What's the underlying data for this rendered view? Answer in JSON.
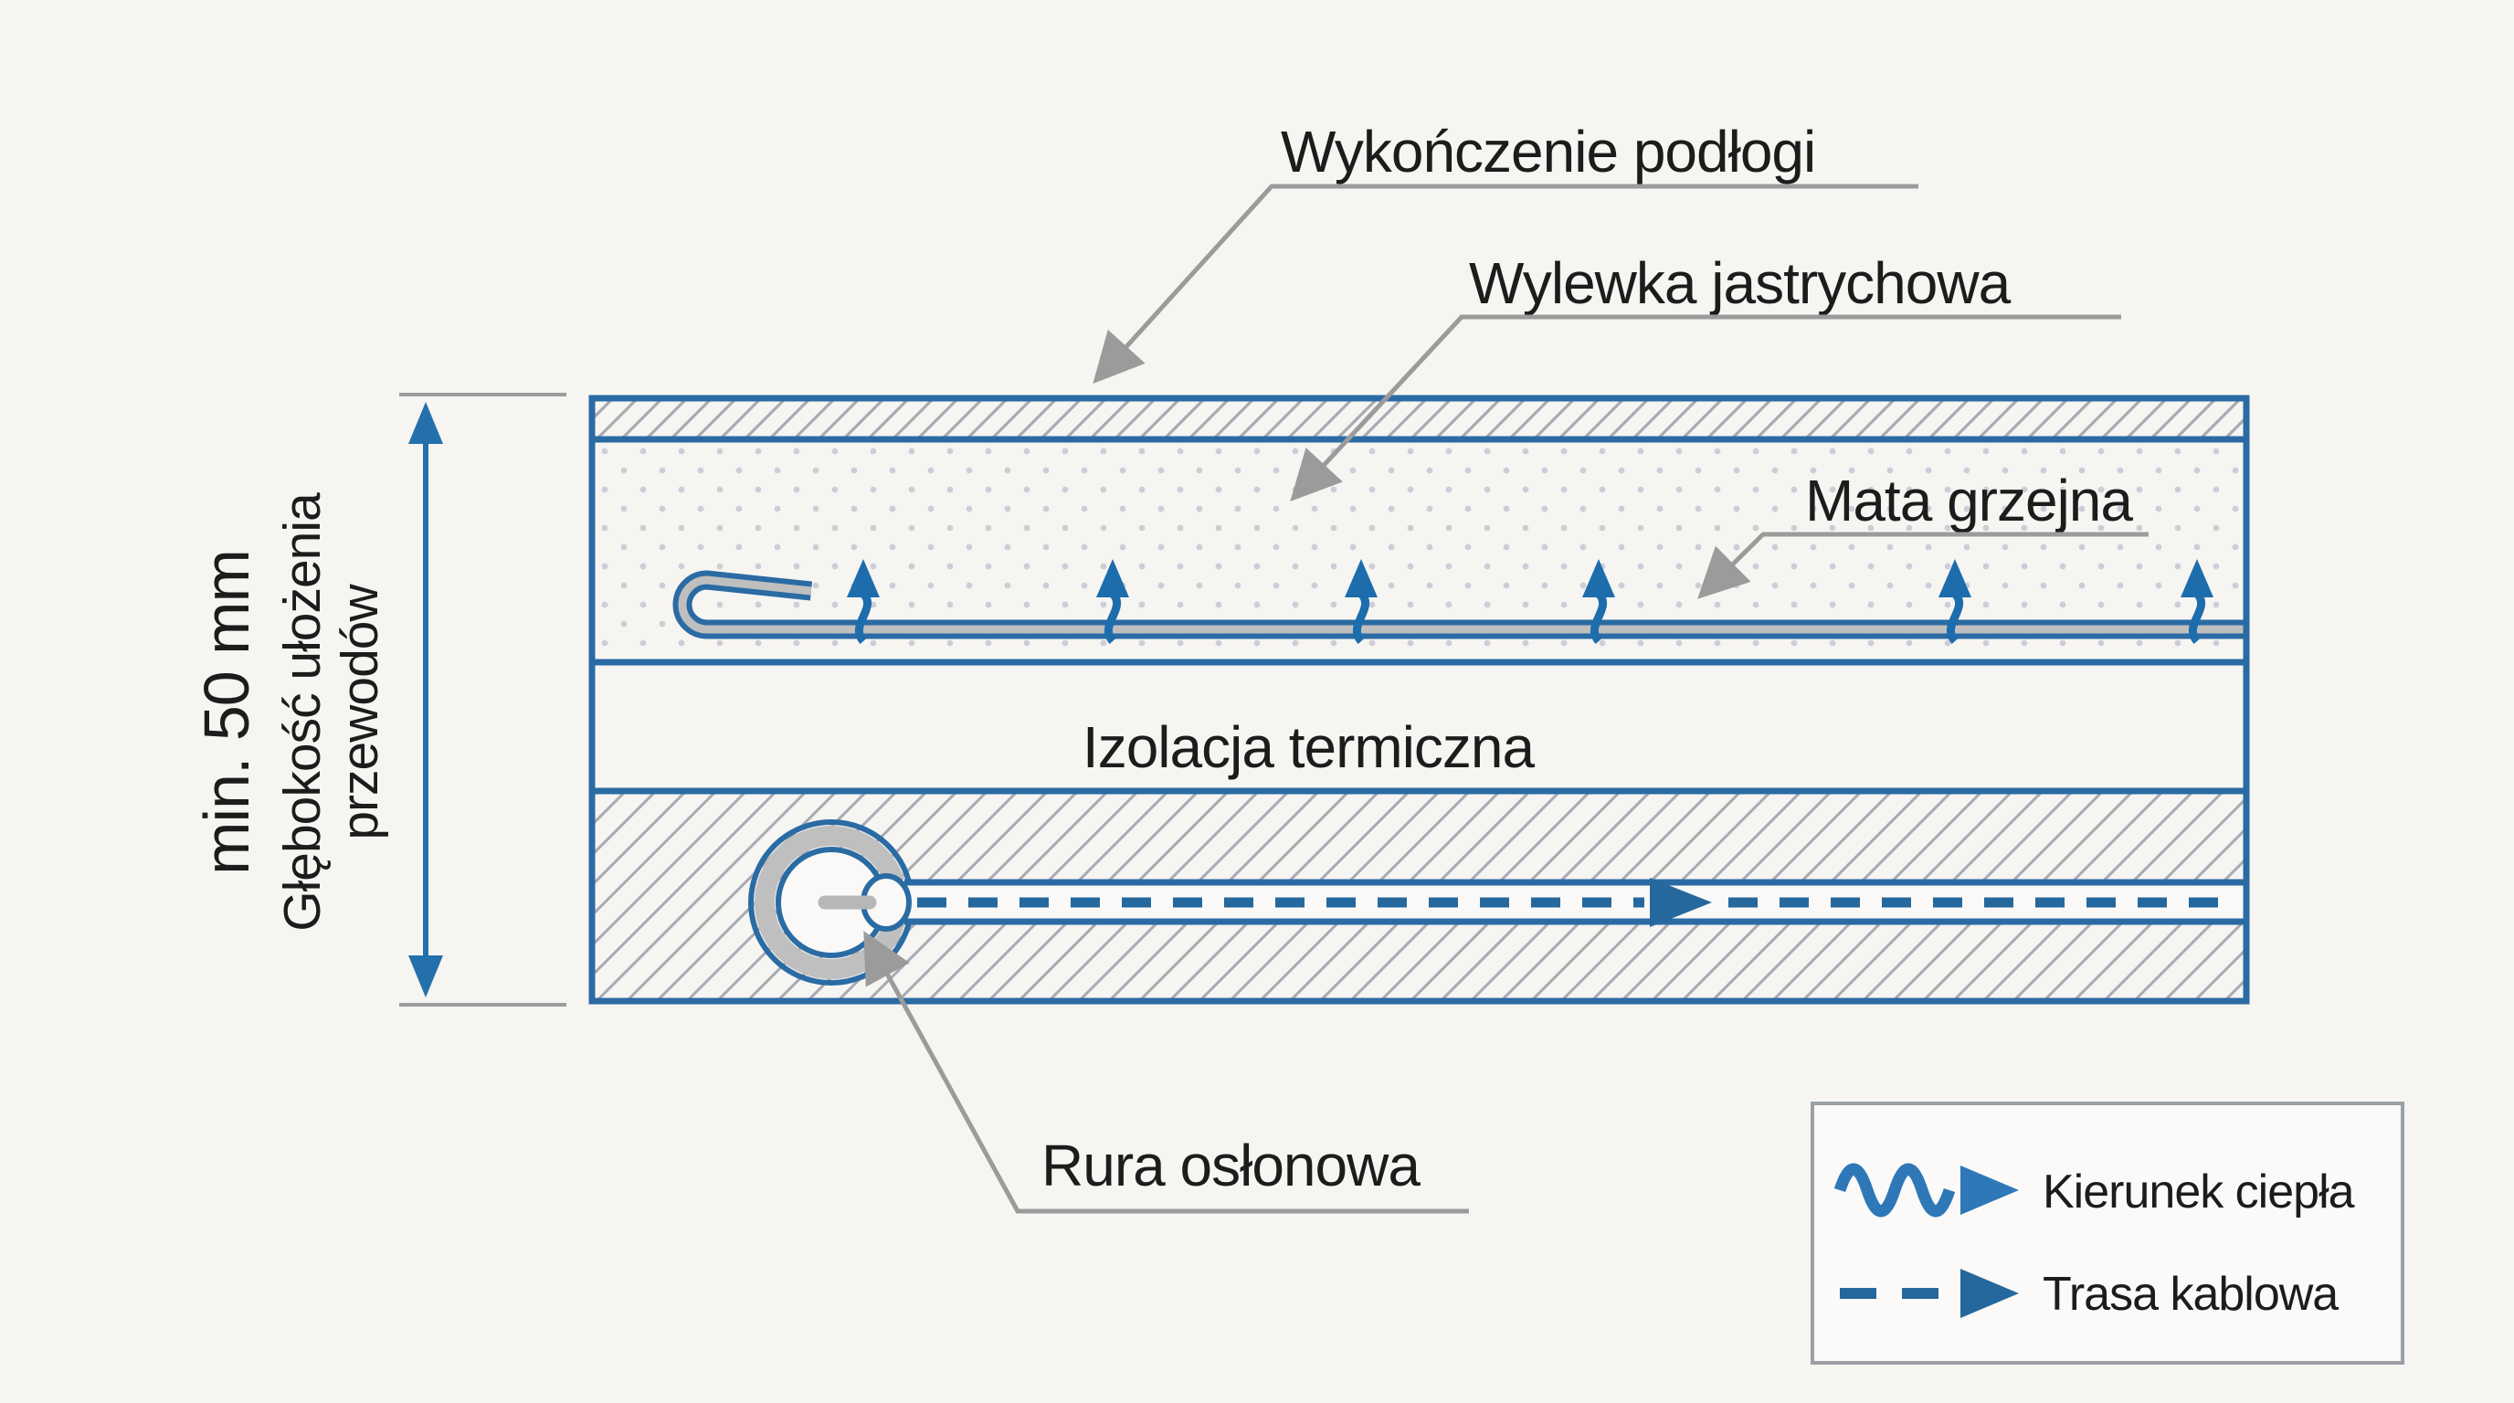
{
  "diagram": {
    "section_labels": {
      "floor_finish": "Wykończenie podłogi",
      "screed": "Wylewka jastrychowa",
      "heating_mat": "Mata grzejna",
      "thermal_insulation": "Izolacja termiczna",
      "conduit_pipe": "Rura osłonowa"
    },
    "depth_dimension": {
      "lines": [
        "min. 50 mm",
        "Głębokość ułożenia",
        "przewodów"
      ]
    },
    "legend": {
      "heat_direction": "Kierunek ciepła",
      "cable_route": "Trasa kablowa"
    },
    "colors": {
      "diagram_blue": "#2b6ba4",
      "heat_arrow_blue": "#1d6dad",
      "cable_dash_blue": "#25689d",
      "leader_gray": "#9b9b9b",
      "background": "#f6f5f2"
    }
  }
}
